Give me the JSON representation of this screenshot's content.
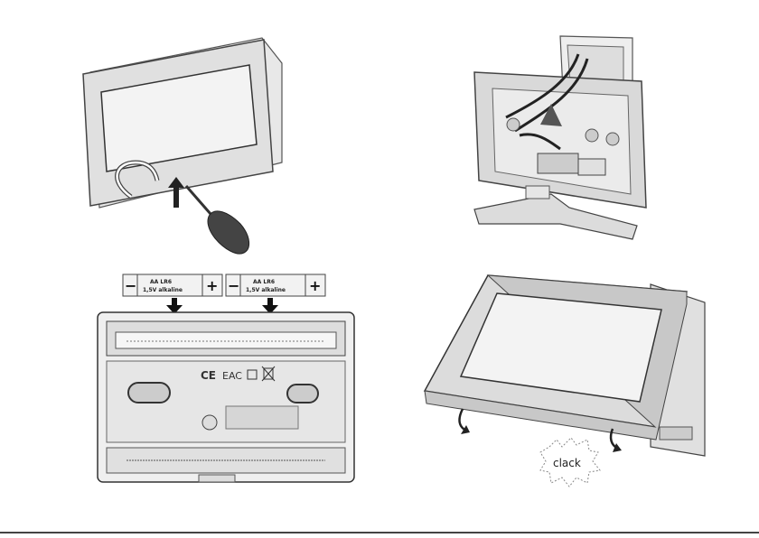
{
  "figure": {
    "step1": {
      "icon": "screwdriver-icon"
    },
    "step2": {
      "icon": "wall-mount-icon"
    },
    "step3": {
      "batteries": [
        {
          "type": "AA LR6",
          "desc": "1,5V alkaline",
          "minus": "−",
          "plus": "+"
        },
        {
          "type": "AA LR6",
          "desc": "1,5V alkaline",
          "minus": "−",
          "plus": "+"
        }
      ],
      "marks": {
        "ce": "CE",
        "eac": "EAC"
      }
    },
    "step4": {
      "sound": "clack"
    }
  },
  "colors": {
    "line": "#555555",
    "fill": "#e6e6e6",
    "screen": "#f2f2f2",
    "dark": "#333333"
  }
}
